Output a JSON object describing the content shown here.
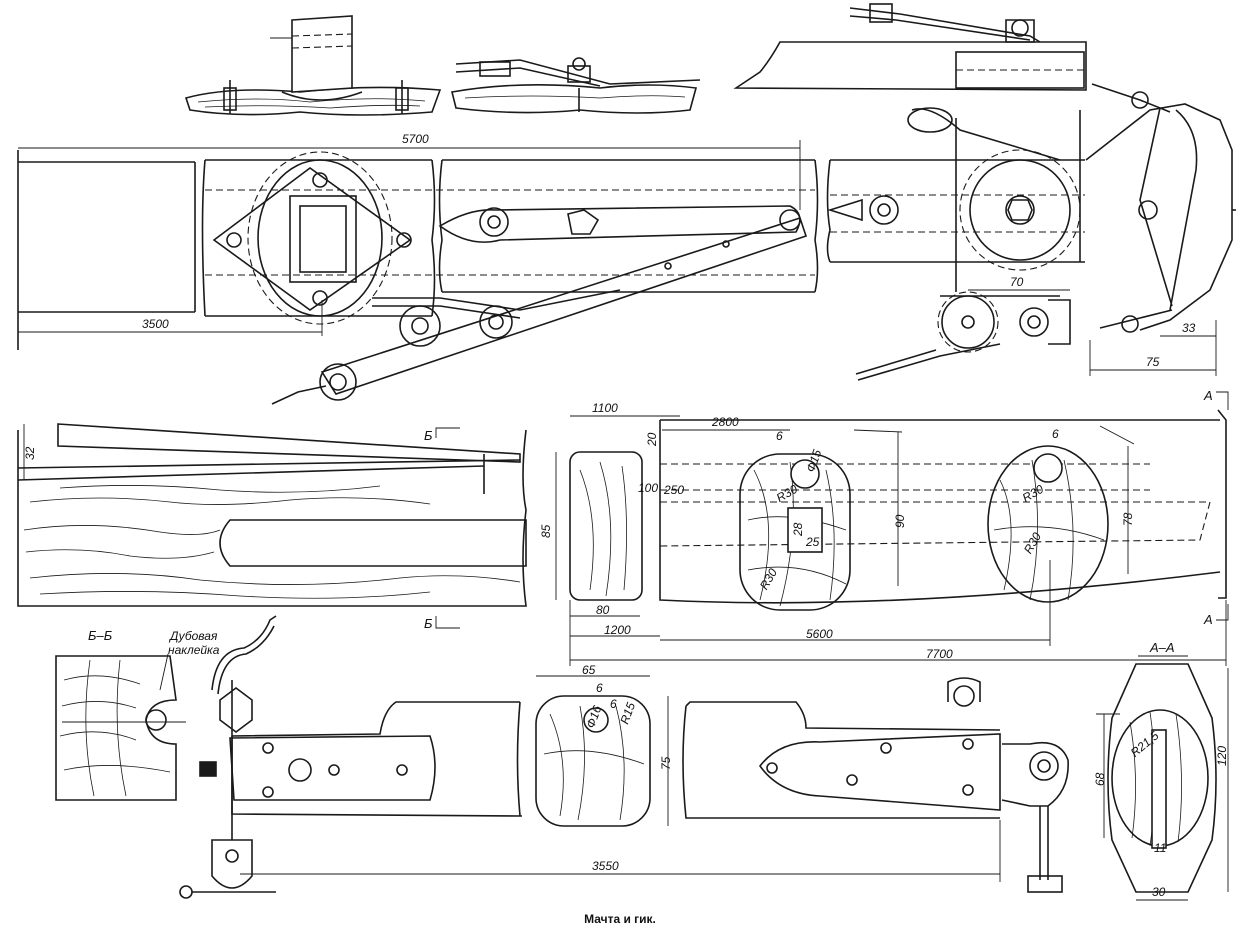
{
  "caption": "Мачта и гик.",
  "dimensions": {
    "d5700": "5700",
    "d3500": "3500",
    "d70": "70",
    "d33": "33",
    "d75": "75",
    "d32": "32",
    "d1100": "1100",
    "d2800": "2800",
    "d6a": "6",
    "d20": "20",
    "d100": "100",
    "d250": "250",
    "d85": "85",
    "dphi15": "Ф15",
    "dR30a": "R30",
    "d28": "28",
    "d25": "25",
    "dR30b": "R30",
    "d90": "90",
    "d6b": "6",
    "dR30c": "R30",
    "dR30d": "R30",
    "d78": "78",
    "d80": "80",
    "d1200": "1200",
    "d5600": "5600",
    "d7700": "7700",
    "d65": "65",
    "d6c": "6",
    "dphi16": "Ф16",
    "d6d": "6",
    "dR15": "R15",
    "d75b": "75",
    "dR215": "R21,5",
    "d68": "68",
    "d11": "11",
    "d30": "30",
    "d120": "120",
    "d3550": "3550"
  },
  "labels": {
    "sectionB": "Б",
    "sectionB2": "Б",
    "sectionA": "А",
    "sectionA2": "А",
    "sectionBB": "Б–Б",
    "sectionAA": "А–А",
    "oakNote1": "Дубовая",
    "oakNote2": "наклейка"
  }
}
